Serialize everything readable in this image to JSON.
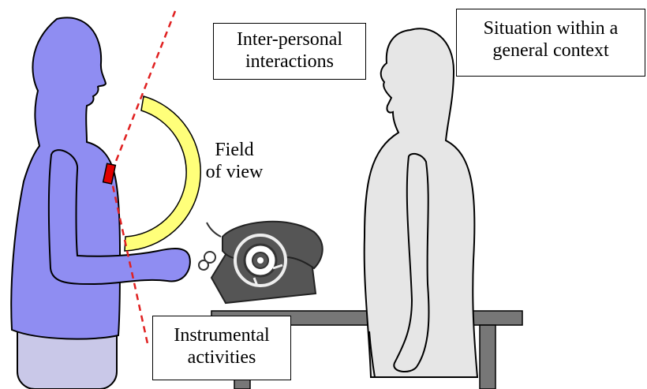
{
  "labels": {
    "interpersonal": {
      "line1": "Inter-personal",
      "line2": "interactions"
    },
    "situation": {
      "line1": "Situation within a",
      "line2": "general context"
    },
    "field_of_view": {
      "line1": "Field",
      "line2": "of view"
    },
    "instrumental": {
      "line1": "Instrumental",
      "line2": "activities"
    }
  },
  "colors": {
    "person_left": "#8f8df2",
    "person_left_lower": "#c9c8e8",
    "person_right": "#e6e6e6",
    "field_arc": "#ffff7a",
    "view_line": "#e02020",
    "sensor": "#e00000",
    "phone": "#555555",
    "table": "#777777"
  },
  "icons": {
    "phone": "rotary-telephone-icon",
    "sensor": "chest-sensor-icon"
  }
}
